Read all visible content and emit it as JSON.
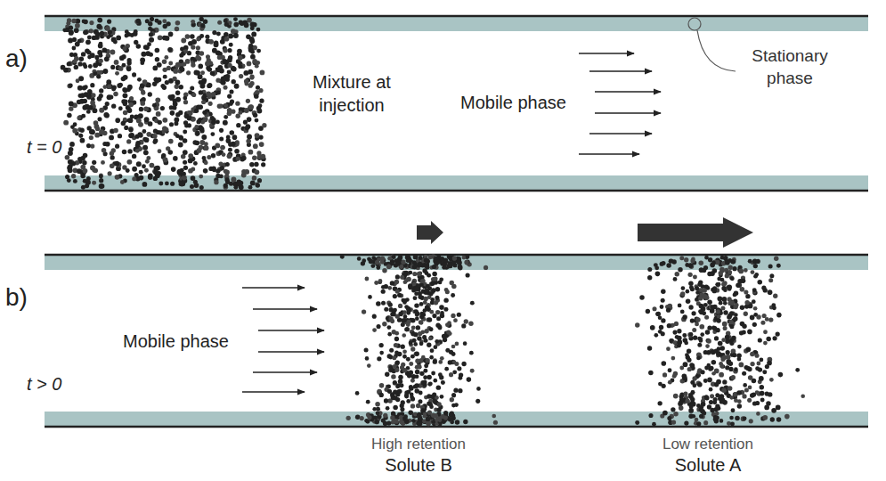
{
  "diagram": {
    "labels": [
      "a)",
      "t = 0",
      "Mixture at injection",
      "Mobile phase",
      "Stationary phase",
      "b)",
      "t > 0",
      "Mobile phase",
      "High retention",
      "Solute B",
      "Low retention",
      "Solute A"
    ]
  }
}
